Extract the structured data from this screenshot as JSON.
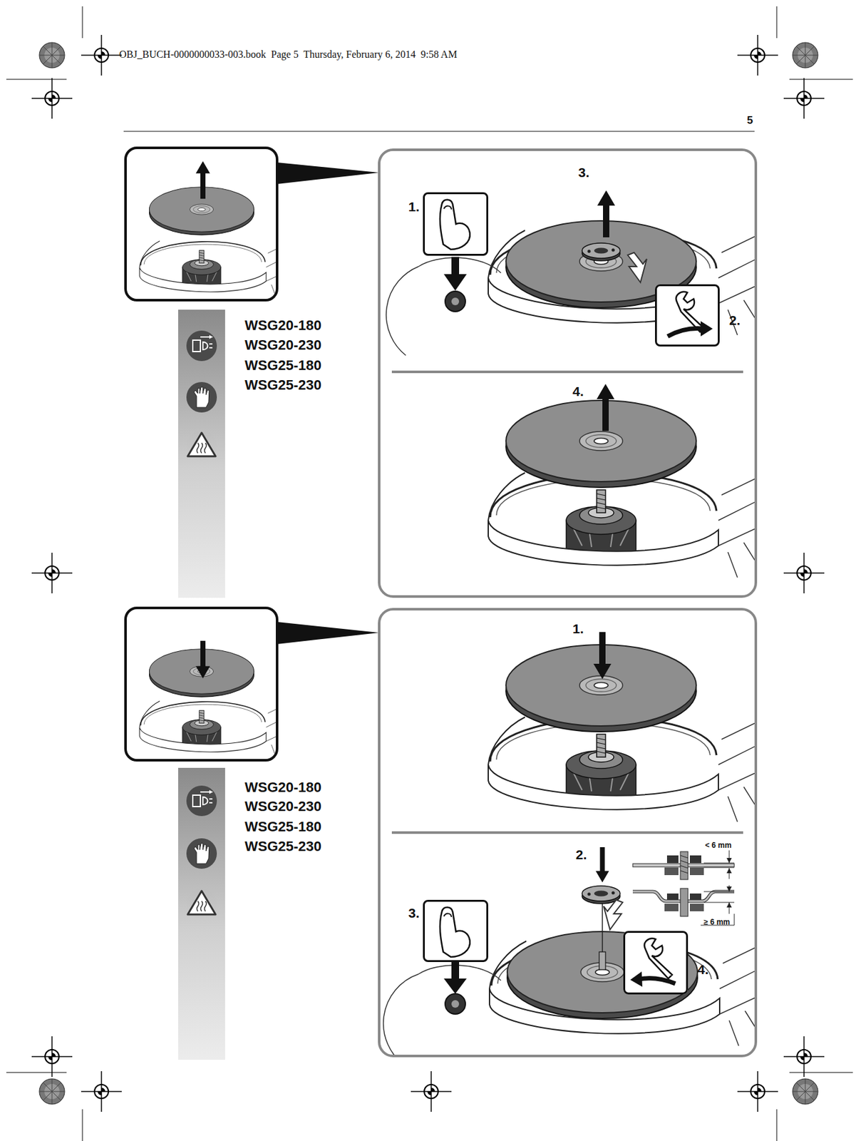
{
  "diagram": {
    "nodes": [
      {
        "text": [
          "WSG20-180",
          "WSG20-230",
          "WSG25-180",
          "WSG25-230"
        ]
      },
      {
        "text": [
          "1."
        ]
      },
      {
        "text": [
          "2."
        ]
      },
      {
        "text": [
          "WSG20-180",
          "WSG20-230",
          "WSG25-180",
          "WSG25-230"
        ]
      },
      {
        "text": [
          "3."
        ]
      },
      {
        "text": [
          "4."
        ]
      }
    ],
    "labels": [
      "OBJ_BUCH-0000000033-003.book  Page 5  Thursday, February 6, 2014  9:58 AM",
      "5",
      "3.",
      "4.",
      "1.",
      "2.",
      "< 6 mm",
      "≥ 6 mm"
    ]
  }
}
